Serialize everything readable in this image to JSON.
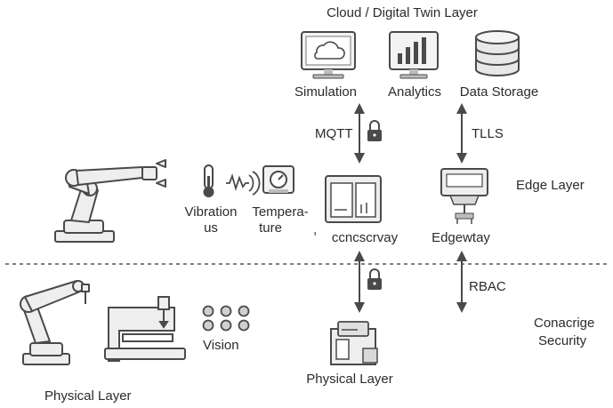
{
  "cloud_layer": {
    "title": "Cloud / Digital Twin Layer",
    "nodes": [
      {
        "label": "Simulation",
        "icon": "cloud-monitor-icon"
      },
      {
        "label": "Analytics",
        "icon": "bar-chart-icon"
      },
      {
        "label": "Data Storage",
        "icon": "database-icon"
      }
    ]
  },
  "protocols": {
    "mqtt": "MQTT",
    "tlls": "TLLS",
    "rbac": "RBAC"
  },
  "edge_layer": {
    "title": "Edge Layer",
    "sensors": [
      {
        "label_line1": "Vibration",
        "label_line2": "us",
        "icon": "thermometer-icon"
      },
      {
        "label_line1": "Tempera-",
        "label_line2": "ture",
        "icon": "gauge-icon"
      }
    ],
    "gateway_label": "ccncscrvay",
    "gateway_prefix": ",",
    "edgeway_label": "Edgewtay"
  },
  "physical_layer": {
    "title": "Physical Layer",
    "vision_label": "Vision",
    "center_label": "Physical Layer",
    "security_line1": "Conacrige",
    "security_line2": "Security"
  },
  "colors": {
    "stroke": "#4a4a4a",
    "fill_light": "#f1f1f1",
    "fill_mid": "#d9d9d9",
    "text": "#2b2b2b"
  }
}
